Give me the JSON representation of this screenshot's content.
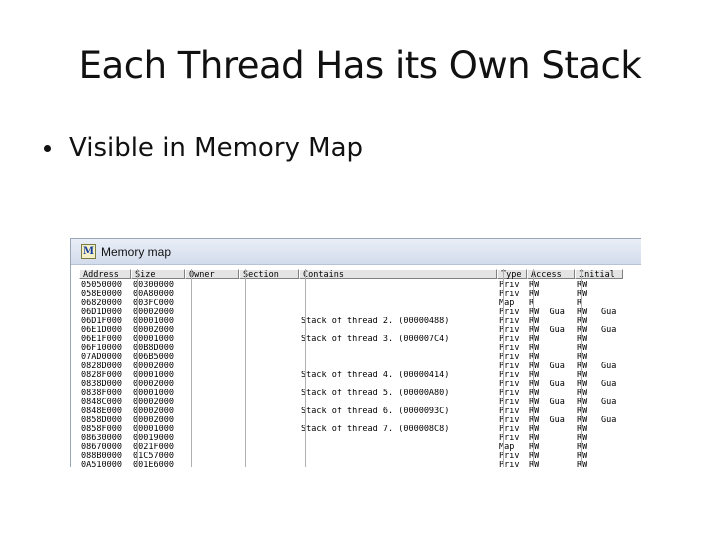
{
  "slide": {
    "title": "Each Thread Has its Own Stack",
    "bullet": "Visible in Memory Map"
  },
  "window": {
    "icon_letter": "M",
    "title": "Memory map"
  },
  "table": {
    "headers": [
      "Address",
      "Size",
      "Owner",
      "Section",
      "Contains",
      "Type",
      "Access",
      "Initial"
    ],
    "rows": [
      [
        "05050000",
        "00300000",
        "",
        "",
        "",
        "Priv",
        "RW",
        "RW",
        ""
      ],
      [
        "058E0000",
        "00A80000",
        "",
        "",
        "",
        "Priv",
        "RW",
        "RW",
        ""
      ],
      [
        "06820000",
        "003FC000",
        "",
        "",
        "",
        "Map",
        "R",
        "R",
        ""
      ],
      [
        "06D1D000",
        "00002000",
        "",
        "",
        "",
        "Priv",
        "RW  Gua",
        "RW",
        "Gua"
      ],
      [
        "06D1F000",
        "00001000",
        "",
        "",
        "Stack of thread 2. (00000488)",
        "Priv",
        "RW",
        "RW",
        ""
      ],
      [
        "06E1D000",
        "00002000",
        "",
        "",
        "",
        "Priv",
        "RW  Gua",
        "RW",
        "Gua"
      ],
      [
        "06E1F000",
        "00001000",
        "",
        "",
        "Stack of thread 3. (000007C4)",
        "Priv",
        "RW",
        "RW",
        ""
      ],
      [
        "06F10000",
        "00B8D000",
        "",
        "",
        "",
        "Priv",
        "RW",
        "RW",
        ""
      ],
      [
        "07AD0000",
        "006B5000",
        "",
        "",
        "",
        "Priv",
        "RW",
        "RW",
        ""
      ],
      [
        "0828D000",
        "00002000",
        "",
        "",
        "",
        "Priv",
        "RW  Gua",
        "RW",
        "Gua"
      ],
      [
        "0828F000",
        "00001000",
        "",
        "",
        "Stack of thread 4. (00000414)",
        "Priv",
        "RW",
        "RW",
        ""
      ],
      [
        "0838D000",
        "00002000",
        "",
        "",
        "",
        "Priv",
        "RW  Gua",
        "RW",
        "Gua"
      ],
      [
        "0838F000",
        "00001000",
        "",
        "",
        "Stack of thread 5. (00000A80)",
        "Priv",
        "RW",
        "RW",
        ""
      ],
      [
        "0848C000",
        "00002000",
        "",
        "",
        "",
        "Priv",
        "RW  Gua",
        "RW",
        "Gua"
      ],
      [
        "0848E000",
        "00002000",
        "",
        "",
        "Stack of thread 6. (0000093C)",
        "Priv",
        "RW",
        "RW",
        ""
      ],
      [
        "0858D000",
        "00002000",
        "",
        "",
        "",
        "Priv",
        "RW  Gua",
        "RW",
        "Gua"
      ],
      [
        "0858F000",
        "00001000",
        "",
        "",
        "Stack of thread 7. (000008C8)",
        "Priv",
        "RW",
        "RW",
        ""
      ],
      [
        "08630000",
        "00019000",
        "",
        "",
        "",
        "Priv",
        "RW",
        "RW",
        ""
      ],
      [
        "08670000",
        "0021F000",
        "",
        "",
        "",
        "Map",
        "RW",
        "RW",
        ""
      ],
      [
        "088B0000",
        "01C57000",
        "",
        "",
        "",
        "Priv",
        "RW",
        "RW",
        ""
      ],
      [
        "0A510000",
        "001E6000",
        "",
        "",
        "",
        "Priv",
        "RW",
        "RW",
        ""
      ]
    ]
  }
}
